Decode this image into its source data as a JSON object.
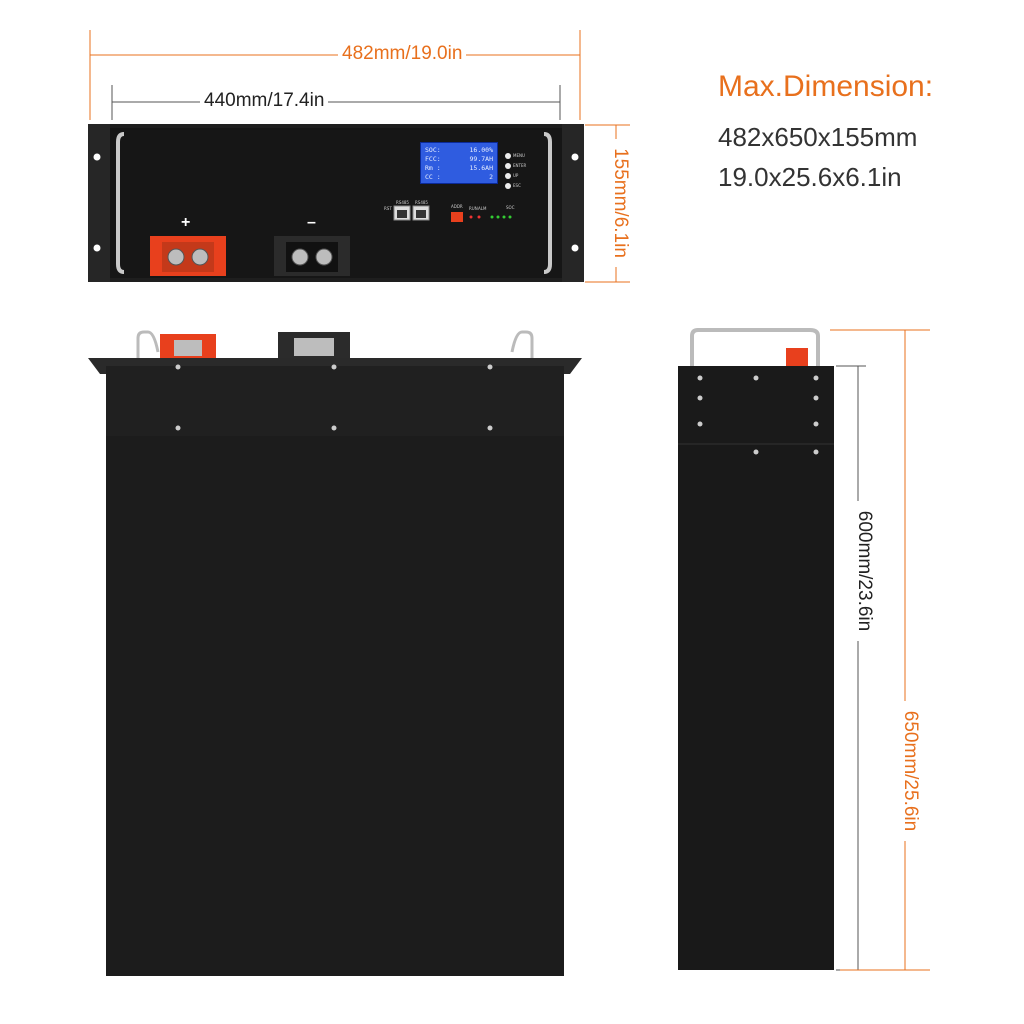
{
  "dimensions": {
    "width_outer": "482mm/19.0in",
    "width_inner": "440mm/17.4in",
    "height": "155mm/6.1in",
    "depth_inner": "600mm/23.6in",
    "depth_outer": "650mm/25.6in"
  },
  "spec": {
    "title": "Max.Dimension:",
    "metric": "482x650x155mm",
    "imperial": "19.0x25.6x6.1in"
  },
  "front_panel": {
    "positive_symbol": "+",
    "negative_symbol": "–",
    "lcd_rows": [
      {
        "label": "SOC:",
        "value": "16.00%"
      },
      {
        "label": "FCC:",
        "value": "99.7AH"
      },
      {
        "label": "Rm :",
        "value": "15.6AH"
      },
      {
        "label": "CC :",
        "value": "2"
      }
    ],
    "buttons": [
      "MENU",
      "ENTER",
      "UP",
      "ESC"
    ],
    "ports": [
      "RS485",
      "RS485"
    ],
    "switch_labels": [
      "RST",
      "ADDR",
      "RUN",
      "ALM",
      "SOC"
    ]
  },
  "colors": {
    "accent": "#e8701d",
    "battery_body": "#1b1b1b",
    "terminal": "#e8401d",
    "lcd": "#2f5ce0"
  }
}
